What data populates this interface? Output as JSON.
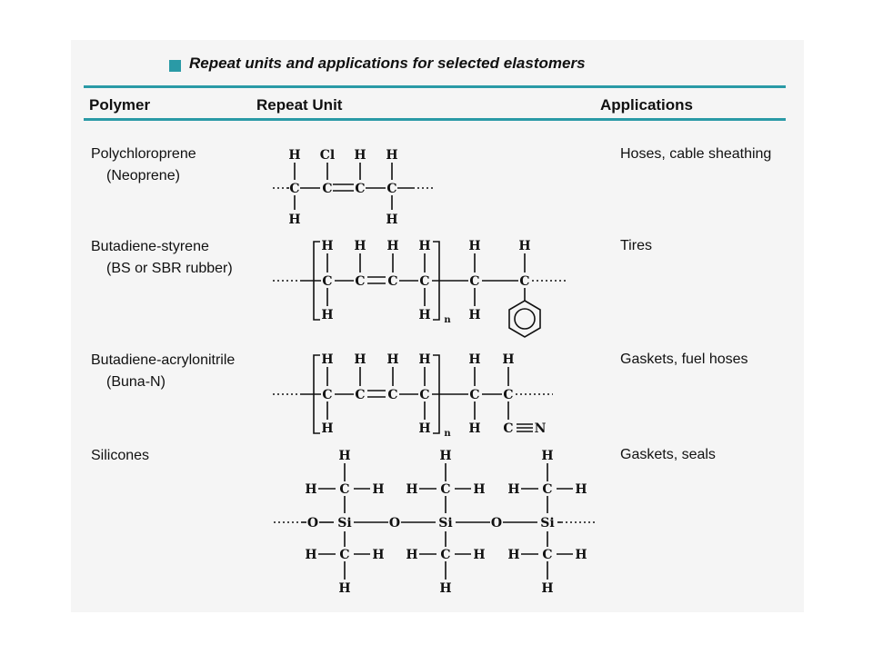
{
  "table": {
    "title": "Repeat units and applications for selected elastomers",
    "headers": {
      "polymer": "Polymer",
      "repeat_unit": "Repeat Unit",
      "applications": "Applications"
    },
    "rows": [
      {
        "polymer": "Polychloroprene",
        "alt_name": "(Neoprene)",
        "applications": "Hoses, cable sheathing"
      },
      {
        "polymer": "Butadiene-styrene",
        "alt_name": "(BS or SBR rubber)",
        "applications": "Tires"
      },
      {
        "polymer": "Butadiene-acrylonitrile",
        "alt_name": "(Buna-N)",
        "applications": "Gaskets, fuel hoses"
      },
      {
        "polymer": "Silicones",
        "alt_name": "",
        "applications": "Gaskets, seals"
      }
    ]
  },
  "atoms": {
    "H": "H",
    "C": "C",
    "Cl": "Cl",
    "N": "N",
    "Si": "Si",
    "O": "O",
    "n": "n"
  },
  "colors": {
    "accent": "#2a9aa6",
    "panel": "#f5f5f5",
    "ink": "#111111"
  }
}
